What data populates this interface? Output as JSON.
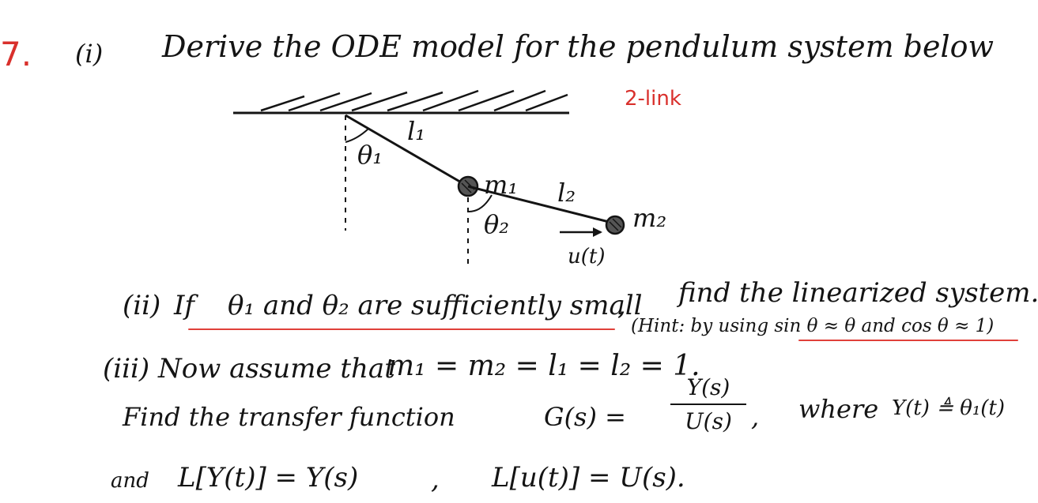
{
  "problem": {
    "number": "7.",
    "part1_label": "(i)",
    "part1_text": "Derive the ODE model for the pendulum system below",
    "note": "2-link"
  },
  "figure": {
    "l1": "l₁",
    "theta1": "θ₁",
    "m1": "m₁",
    "l2": "l₂",
    "theta2": "θ₂",
    "m2": "m₂",
    "input": "u(t)"
  },
  "part2": {
    "label": "(ii)",
    "if_word": "If",
    "condition": "θ₁ and θ₂ are sufficiently small",
    "comma": ",",
    "action": "find the linearized system.",
    "hint": "(Hint: by using sin θ ≈ θ and cos θ ≈ 1)"
  },
  "part3": {
    "label": "(iii)",
    "assume": "Now assume that",
    "values": "m₁ = m₂ = l₁ = l₂ = 1.",
    "find": "Find the transfer function",
    "G": "G(s) =",
    "numerator": "Y(s)",
    "denominator": "U(s)",
    "comma": ",",
    "where": "where",
    "y_def": "Y(t) ≜ θ₁(t)",
    "and": "and",
    "laplace_y": "L[Y(t)] = Y(s)",
    "laplace_u": "L[u(t)] = U(s)."
  },
  "colors": {
    "ink": "#141414",
    "red": "#d9302c"
  }
}
